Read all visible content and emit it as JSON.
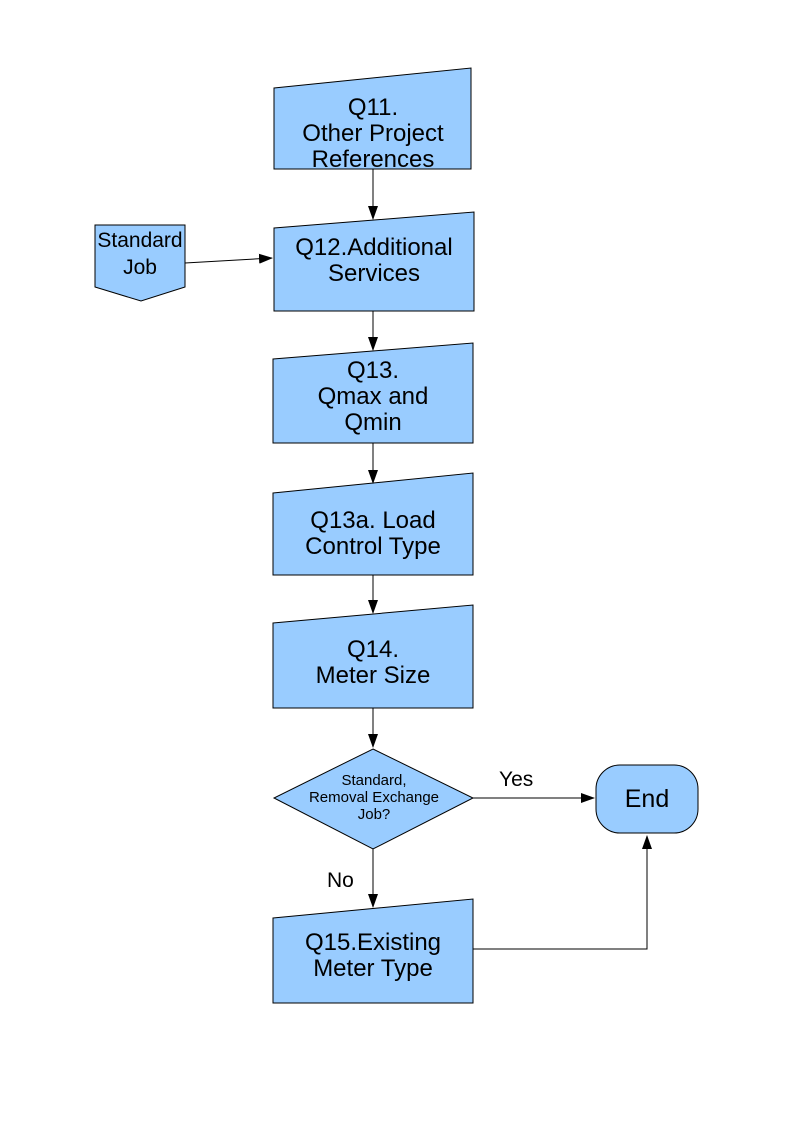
{
  "palette": {
    "node_fill": "#99CCFF",
    "node_border": "#000000",
    "connector": "#000000",
    "background": "#FFFFFF",
    "text": "#000000"
  },
  "nodes": {
    "q11": {
      "shape": "card",
      "lines": [
        "Q11.",
        "Other Project",
        "References"
      ]
    },
    "standard_job": {
      "shape": "off_page_connector",
      "lines": [
        "Standard",
        "Job"
      ]
    },
    "q12": {
      "shape": "card",
      "lines": [
        "Q12.Additional",
        "Services"
      ]
    },
    "q13": {
      "shape": "card",
      "lines": [
        "Q13.",
        "Qmax and",
        "Qmin"
      ]
    },
    "q13a": {
      "shape": "card",
      "lines": [
        "Q13a. Load",
        "Control Type"
      ]
    },
    "q14": {
      "shape": "card",
      "lines": [
        "Q14.",
        "Meter Size"
      ]
    },
    "decision": {
      "shape": "decision_diamond",
      "lines": [
        "Standard,",
        "Removal Exchange",
        "Job?"
      ]
    },
    "end": {
      "shape": "terminator",
      "lines": [
        "End"
      ]
    },
    "q15": {
      "shape": "card",
      "lines": [
        "Q15.Existing",
        "Meter Type"
      ]
    }
  },
  "edges": [
    {
      "from": "q11",
      "to": "q12",
      "label": ""
    },
    {
      "from": "standard_job",
      "to": "q12",
      "label": ""
    },
    {
      "from": "q12",
      "to": "q13",
      "label": ""
    },
    {
      "from": "q13",
      "to": "q13a",
      "label": ""
    },
    {
      "from": "q13a",
      "to": "q14",
      "label": ""
    },
    {
      "from": "q14",
      "to": "decision",
      "label": ""
    },
    {
      "from": "decision",
      "to": "end",
      "label": "Yes"
    },
    {
      "from": "decision",
      "to": "q15",
      "label": "No"
    },
    {
      "from": "q15",
      "to": "end",
      "label": ""
    }
  ]
}
